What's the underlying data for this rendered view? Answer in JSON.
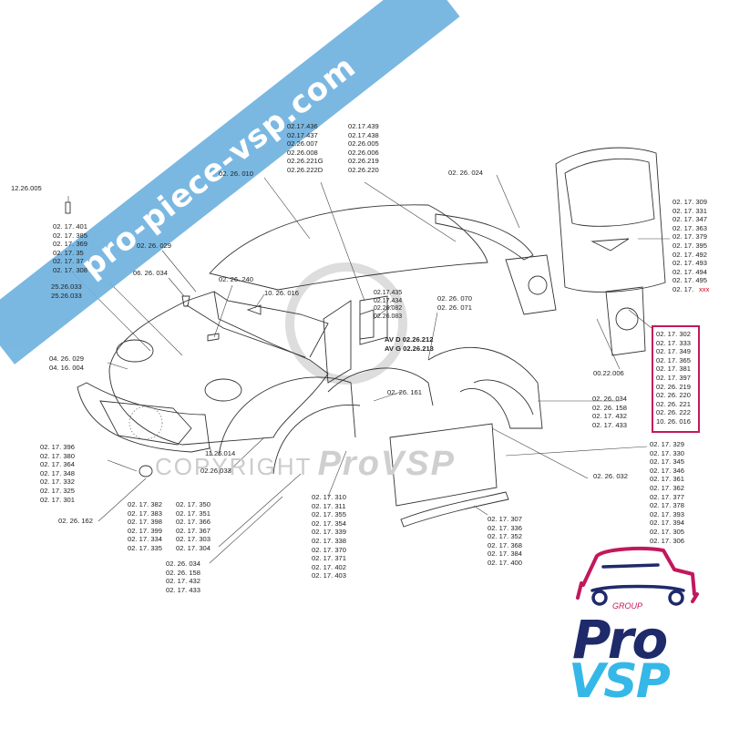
{
  "watermark": {
    "banner_text": "pro-piece-vsp.com",
    "copyright_text": "COPYRIGHT",
    "copyright_brand": "ProVSP"
  },
  "logo": {
    "group": "GROUP",
    "pro": "Pro",
    "vsp": "VSP",
    "colors": {
      "pink": "#c2185b",
      "navy": "#1f2a6b",
      "cyan": "#35b8e8"
    }
  },
  "colors": {
    "banner": "#6fb3e0",
    "highlight_box": "#c2185b"
  },
  "labels": {
    "l_12_26_005": [
      "12.26.005"
    ],
    "l_left_upper": [
      "02. 17. 401",
      "02. 17. 385",
      "02. 17. 369",
      "02. 17. 35",
      "02. 17. 37",
      "02. 17. 308"
    ],
    "l_25_26": [
      "25.26.033",
      "25.26.033"
    ],
    "l_02_26_029": [
      "02. 26. 029"
    ],
    "l_06_26_034": [
      "06. 26. 034"
    ],
    "l_02_26_240": [
      "02. 26. 240"
    ],
    "l_10_26_016": [
      "10. 26. 016"
    ],
    "l_02_26_010": [
      "02. 26. 010"
    ],
    "l_roof_col1": [
      "02.17.436",
      "02.17.437",
      "02.26.007",
      "02.26.008",
      "02.26.221G",
      "02.26.222D"
    ],
    "l_roof_col2": [
      "02.17.439",
      "02.17.438",
      "02.26.005",
      "02.26.006",
      "02.26.219",
      "02.26.220"
    ],
    "l_02_26_024": [
      "02. 26. 024"
    ],
    "l_pillar": [
      "02.17.435",
      "02.17.434",
      "02.26.082",
      "02.26.083"
    ],
    "l_avd": [
      "AV D 02.26.212",
      "AV G 02.26.213"
    ],
    "l_070_071": [
      "02. 26. 070",
      "02. 26. 071"
    ],
    "l_04_26": [
      "04. 26. 029",
      "04. 16. 004"
    ],
    "l_02_26_161": [
      "02. 26. 161"
    ],
    "l_00_22_006": [
      "00.22.006"
    ],
    "l_tailgate": [
      "02. 17. 309",
      "02. 17. 331",
      "02. 17. 347",
      "02. 17. 363",
      "02. 17. 379",
      "02. 17. 395",
      "02. 17. 492",
      "02. 17. 493",
      "02. 17. 494",
      "02. 17. 495",
      "02. 17. "
    ],
    "l_tailgate_xxx": [
      "xxx"
    ],
    "l_boxed": [
      "02. 17. 302",
      "02. 17. 333",
      "02. 17. 349",
      "02. 17. 365",
      "02. 17. 381",
      "02. 17. 397",
      "02. 26. 219",
      "02. 26. 220",
      "02. 26. 221",
      "02. 26. 222",
      "10. 26. 016"
    ],
    "l_rear_wheel": [
      "02. 26. 034",
      "02. 26. 158",
      "02. 17. 432",
      "02. 17. 433"
    ],
    "l_bumper": [
      "02. 17. 396",
      "02. 17. 380",
      "02. 17. 364",
      "02. 17. 348",
      "02. 17. 332",
      "02. 17. 325",
      "02. 17. 301"
    ],
    "l_11_26_014": [
      "11.26.014"
    ],
    "l_02_26_033": [
      "02.26.033"
    ],
    "l_02_26_162": [
      "02. 26. 162"
    ],
    "l_front_col1": [
      "02. 17. 382",
      "02. 17. 383",
      "02. 17. 398",
      "02. 17. 399",
      "02. 17. 334",
      "02. 17. 335"
    ],
    "l_front_col2": [
      "02. 17. 350",
      "02. 17. 351",
      "02. 17. 366",
      "02. 17. 367",
      "02. 17. 303",
      "02. 17. 304"
    ],
    "l_front_wheel": [
      "02. 26. 034",
      "02. 26. 158",
      "02. 17. 432",
      "02. 17. 433"
    ],
    "l_door": [
      "02. 17. 310",
      "02. 17. 311",
      "02. 17. 355",
      "02. 17. 354",
      "02. 17. 339",
      "02. 17. 338",
      "02. 17. 370",
      "02. 17. 371",
      "02. 17. 402",
      "02. 17. 403"
    ],
    "l_sill": [
      "02. 17. 307",
      "02. 17. 336",
      "02. 17. 352",
      "02. 17. 368",
      "02. 17. 384",
      "02. 17. 400"
    ],
    "l_02_26_032": [
      "02. 26. 032"
    ],
    "l_right_lower": [
      "02. 17. 329",
      "02. 17. 330",
      "02. 17. 345",
      "02. 17. 346",
      "02. 17. 361",
      "02. 17. 362",
      "02. 17. 377",
      "02. 17. 378",
      "02. 17. 393",
      "02. 17. 394",
      "02. 17. 305",
      "02. 17. 306"
    ]
  }
}
